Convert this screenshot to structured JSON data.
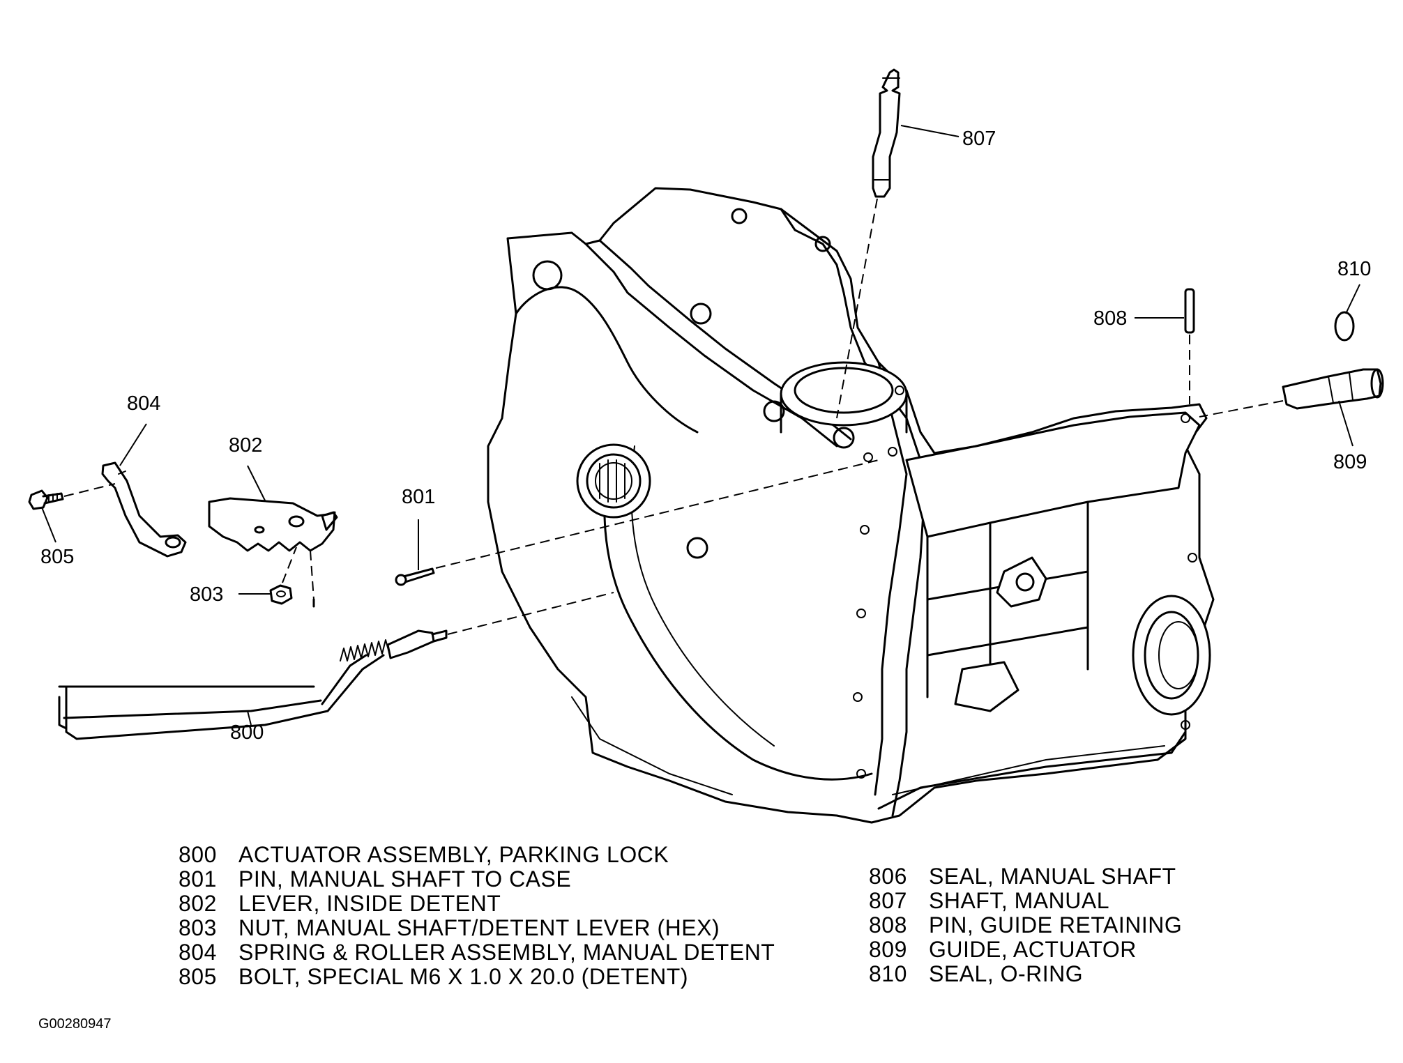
{
  "figure_id": "G00280947",
  "callouts": {
    "c800": "800",
    "c801": "801",
    "c802": "802",
    "c803": "803",
    "c804": "804",
    "c805": "805",
    "c807": "807",
    "c808": "808",
    "c809": "809",
    "c810": "810"
  },
  "legend_left": [
    {
      "num": "800",
      "desc": "ACTUATOR ASSEMBLY, PARKING LOCK"
    },
    {
      "num": "801",
      "desc": "PIN, MANUAL SHAFT TO CASE"
    },
    {
      "num": "802",
      "desc": "LEVER, INSIDE DETENT"
    },
    {
      "num": "803",
      "desc": "NUT, MANUAL SHAFT/DETENT LEVER (HEX)"
    },
    {
      "num": "804",
      "desc": "SPRING & ROLLER ASSEMBLY, MANUAL DETENT"
    },
    {
      "num": "805",
      "desc": "BOLT, SPECIAL M6 X 1.0 X 20.0 (DETENT)"
    }
  ],
  "legend_right": [
    {
      "num": "806",
      "desc": "SEAL, MANUAL SHAFT"
    },
    {
      "num": "807",
      "desc": "SHAFT, MANUAL"
    },
    {
      "num": "808",
      "desc": "PIN, GUIDE RETAINING"
    },
    {
      "num": "809",
      "desc": "GUIDE, ACTUATOR"
    },
    {
      "num": "810",
      "desc": "SEAL, O-RING"
    }
  ]
}
